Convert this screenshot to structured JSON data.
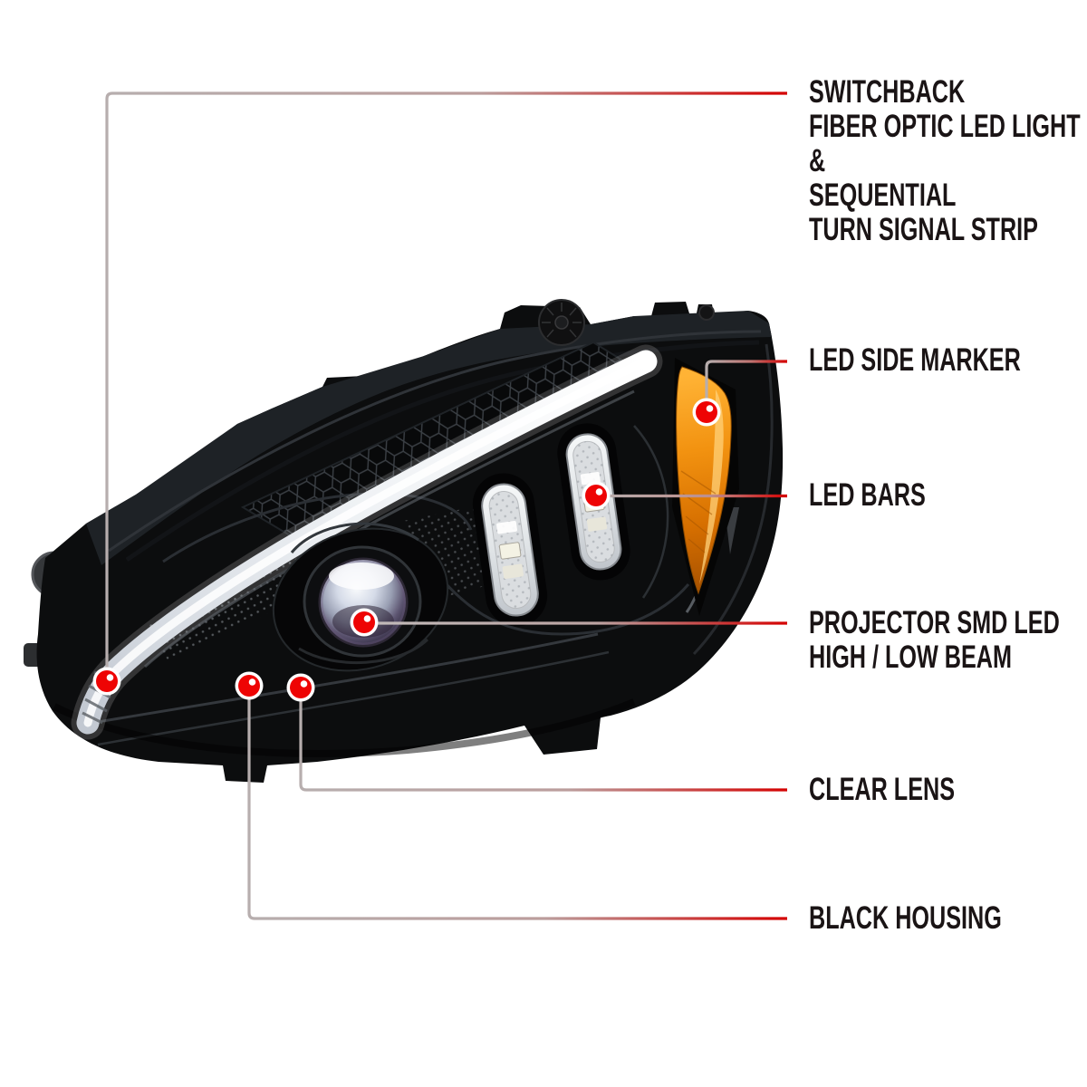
{
  "illustration": {
    "alt": "Black projector headlight assembly shown from front three-quarter view with feature callouts"
  },
  "callouts": [
    {
      "id": "switchback",
      "label": "SWITCHBACK\nFIBER OPTIC LED LIGHT\n&\nSEQUENTIAL\nTURN SIGNAL STRIP"
    },
    {
      "id": "led-side-marker",
      "label": "LED SIDE MARKER"
    },
    {
      "id": "led-bars",
      "label": "LED BARS"
    },
    {
      "id": "projector",
      "label": "PROJECTOR SMD LED\nHIGH / LOW BEAM"
    },
    {
      "id": "clear-lens",
      "label": "CLEAR LENS"
    },
    {
      "id": "black-housing",
      "label": "BLACK HOUSING"
    }
  ],
  "colors": {
    "background": "#ffffff",
    "label_text": "#1a1415",
    "line_gray": "#b7aeae",
    "line_red": "#d40101",
    "marker_red": "#ee0404",
    "marker_ring": "#ffffff",
    "housing_black": "#0c0d0e",
    "drl_white": "#f3f5f8",
    "amber": "#ef8d0e",
    "clear_lens_gray": "#d7dbe0"
  }
}
